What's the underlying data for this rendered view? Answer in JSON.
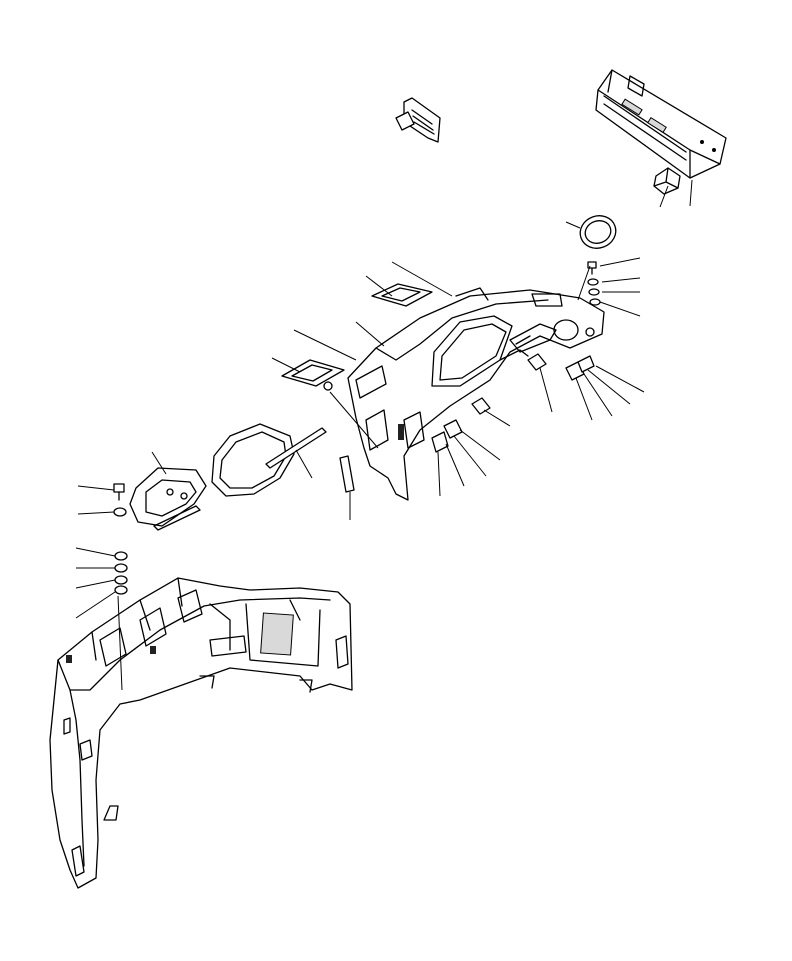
{
  "diagram": {
    "kind": "exploded parts diagram",
    "background_color": "#ffffff",
    "line_color": "#000000"
  },
  "parts": [
    "air-vent-small",
    "radio-head-unit",
    "radio-clip",
    "speaker-ring",
    "screw",
    "washer",
    "nut",
    "vent-grille-upper",
    "vent-grille-left",
    "dashboard-panel",
    "instrument-cluster-bezel",
    "trim-strip",
    "knob",
    "switch",
    "clip",
    "bracket",
    "bolt",
    "washer-stack",
    "lower-dash-frame",
    "seal-strip"
  ]
}
